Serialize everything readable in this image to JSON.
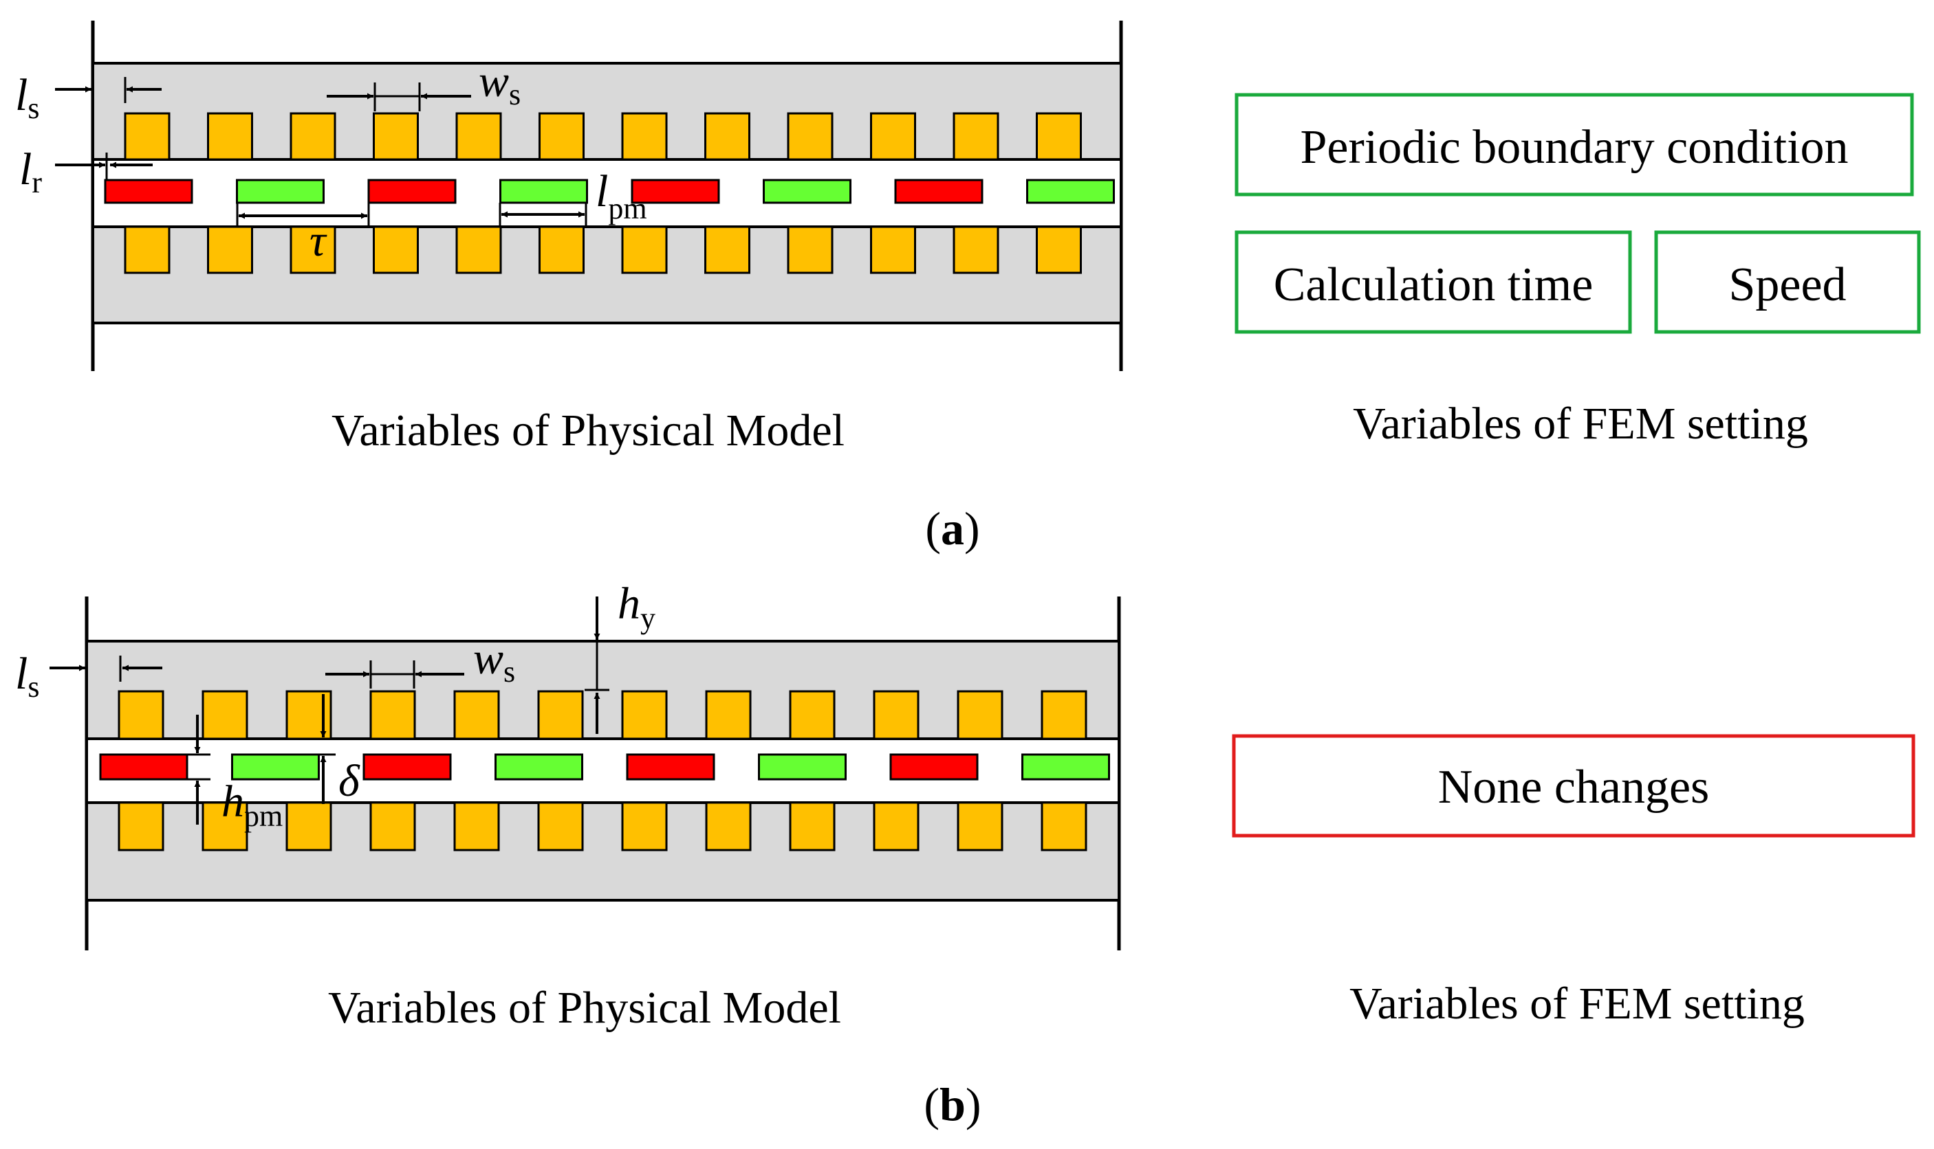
{
  "panels": [
    {
      "label_open": "(",
      "label_letter": "a",
      "label_close": ")",
      "physical_caption": "Variables of Physical Model",
      "fem_caption": "Variables of FEM setting",
      "fem_boxes": [
        {
          "text": "Periodic boundary condition",
          "border_color": "#1aaa3c"
        },
        {
          "text": "Calculation time",
          "border_color": "#1aaa3c"
        },
        {
          "text": "Speed",
          "border_color": "#1aaa3c"
        }
      ],
      "dimension_labels": [
        {
          "var": "l",
          "sub": "s"
        },
        {
          "var": "w",
          "sub": "s"
        },
        {
          "var": "l",
          "sub": "r"
        },
        {
          "var": "τ",
          "sub": ""
        },
        {
          "var": "l",
          "sub": "pm"
        }
      ]
    },
    {
      "label_open": "(",
      "label_letter": "b",
      "label_close": ")",
      "physical_caption": "Variables of Physical Model",
      "fem_caption": "Variables of FEM setting",
      "fem_boxes": [
        {
          "text": "None changes",
          "border_color": "#e11b1b"
        }
      ],
      "dimension_labels": [
        {
          "var": "l",
          "sub": "s"
        },
        {
          "var": "w",
          "sub": "s"
        },
        {
          "var": "h",
          "sub": "y"
        },
        {
          "var": "h",
          "sub": "pm"
        },
        {
          "var": "δ",
          "sub": ""
        }
      ]
    }
  ],
  "colors": {
    "core": "#d9d9d9",
    "tooth": "#ffc000",
    "magnet_red": "#ff0000",
    "magnet_green": "#66ff33",
    "outline": "#000000"
  },
  "model": {
    "teeth_per_row": 12,
    "magnet_pattern": [
      "magnet_red",
      "magnet_green",
      "magnet_red",
      "magnet_green",
      "magnet_red",
      "magnet_green",
      "magnet_red",
      "magnet_green"
    ]
  }
}
